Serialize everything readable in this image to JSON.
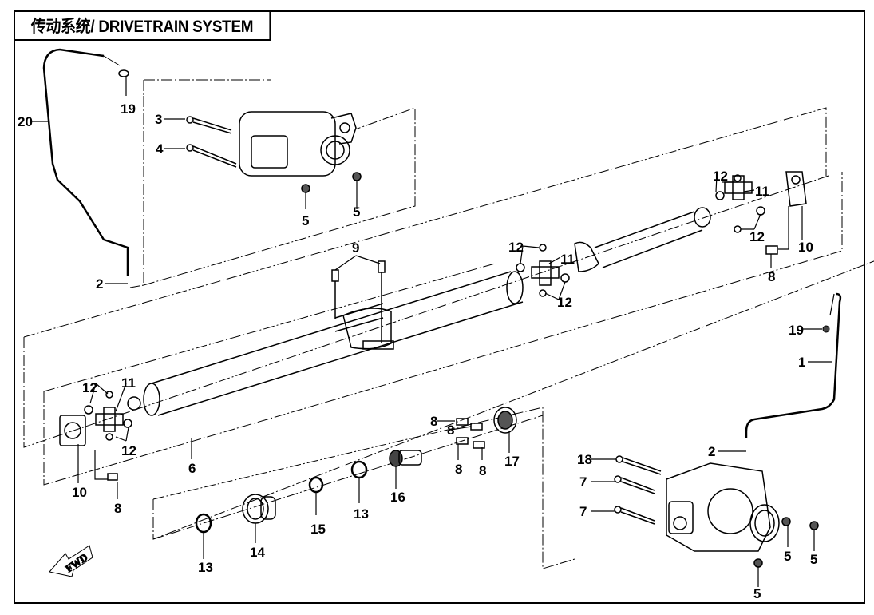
{
  "title": "传动系统/ DRIVETRAIN SYSTEM",
  "direction_indicator": "FWD",
  "callouts": [
    {
      "id": "c20",
      "label": "20",
      "part": "front vent hose"
    },
    {
      "id": "c19a",
      "label": "19",
      "part": "hose clip"
    },
    {
      "id": "c3",
      "label": "3",
      "part": "bolt"
    },
    {
      "id": "c4",
      "label": "4",
      "part": "bolt"
    },
    {
      "id": "c5a",
      "label": "5",
      "part": "nut"
    },
    {
      "id": "c5b",
      "label": "5",
      "part": "nut"
    },
    {
      "id": "c2a",
      "label": "2",
      "part": "clamp"
    },
    {
      "id": "c9",
      "label": "9",
      "part": "bolt"
    },
    {
      "id": "c12a",
      "label": "12",
      "part": "snap ring"
    },
    {
      "id": "c11a",
      "label": "11",
      "part": "universal joint cross"
    },
    {
      "id": "c12b",
      "label": "12",
      "part": "snap ring"
    },
    {
      "id": "c12c",
      "label": "12",
      "part": "snap ring"
    },
    {
      "id": "c11b",
      "label": "11",
      "part": "universal joint cross"
    },
    {
      "id": "c12d",
      "label": "12",
      "part": "snap ring"
    },
    {
      "id": "c10a",
      "label": "10",
      "part": "flange yoke"
    },
    {
      "id": "c8a",
      "label": "8",
      "part": "bolt"
    },
    {
      "id": "c19b",
      "label": "19",
      "part": "hose clip"
    },
    {
      "id": "c1",
      "label": "1",
      "part": "rear vent hose"
    },
    {
      "id": "c12e",
      "label": "12",
      "part": "snap ring"
    },
    {
      "id": "c11c",
      "label": "11",
      "part": "universal joint cross"
    },
    {
      "id": "c12f",
      "label": "12",
      "part": "snap ring"
    },
    {
      "id": "c6",
      "label": "6",
      "part": "propeller shaft assy"
    },
    {
      "id": "c10b",
      "label": "10",
      "part": "flange yoke"
    },
    {
      "id": "c8b",
      "label": "8",
      "part": "bolt"
    },
    {
      "id": "c8c",
      "label": "8",
      "part": "bolt"
    },
    {
      "id": "c8d",
      "label": "8",
      "part": "bolt"
    },
    {
      "id": "c8e",
      "label": "8",
      "part": "bolt"
    },
    {
      "id": "c8f",
      "label": "8",
      "part": "bolt"
    },
    {
      "id": "c17",
      "label": "17",
      "part": "flange"
    },
    {
      "id": "c16",
      "label": "16",
      "part": "spline shaft"
    },
    {
      "id": "c13a",
      "label": "13",
      "part": "circlip"
    },
    {
      "id": "c15",
      "label": "15",
      "part": "circlip"
    },
    {
      "id": "c14",
      "label": "14",
      "part": "bearing"
    },
    {
      "id": "c13b",
      "label": "13",
      "part": "circlip"
    },
    {
      "id": "c2b",
      "label": "2",
      "part": "clamp"
    },
    {
      "id": "c18",
      "label": "18",
      "part": "bolt"
    },
    {
      "id": "c7a",
      "label": "7",
      "part": "bolt"
    },
    {
      "id": "c7b",
      "label": "7",
      "part": "bolt"
    },
    {
      "id": "c5c",
      "label": "5",
      "part": "nut"
    },
    {
      "id": "c5d",
      "label": "5",
      "part": "nut"
    },
    {
      "id": "c5e",
      "label": "5",
      "part": "nut"
    }
  ]
}
